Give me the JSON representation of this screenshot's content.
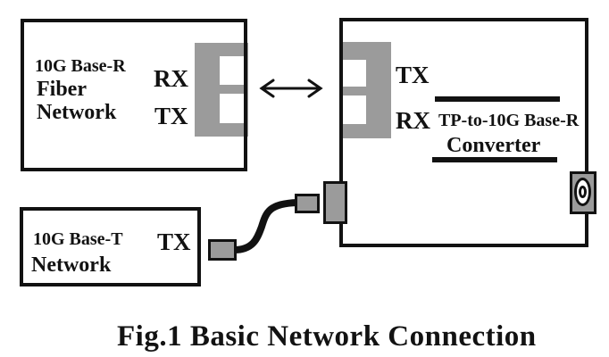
{
  "colors": {
    "background": "#ffffff",
    "line_black": "#121212",
    "connector_gray": "#9b9b9b",
    "port_white": "#ffffff"
  },
  "caption": "Fig.1 Basic Network Connection",
  "fiber_network": {
    "title_line1": "10G Base-R",
    "title_line2": "Fiber",
    "title_line3": "Network",
    "top_port_label": "RX",
    "bottom_port_label": "TX"
  },
  "converter": {
    "top_port_label": "TX",
    "bottom_port_label": "RX",
    "name_line1": "TP-to-10G Base-R",
    "name_line2": "Converter"
  },
  "tp_network": {
    "title_line1": "10G Base-T",
    "title_line2": "Network",
    "port_label": "TX"
  }
}
